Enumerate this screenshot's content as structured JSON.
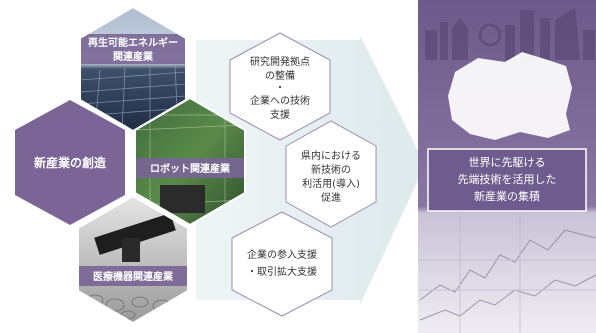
{
  "hexagons": {
    "center": {
      "label": "新産業の創造"
    },
    "renewable": {
      "label_line1": "再生可能エネルギー",
      "label_line2": "関連産業"
    },
    "robot": {
      "label": "ロボット関連産業"
    },
    "medical": {
      "label": "医療機器関連産業"
    }
  },
  "steps": [
    {
      "lines": [
        "研究開発拠点",
        "の整備",
        "・",
        "企業への技術",
        "支援"
      ]
    },
    {
      "lines": [
        "県内における",
        "新技術の",
        "利活用(導入)",
        "促進"
      ]
    },
    {
      "lines": [
        "企業の参入支援",
        "・取引拡大支援"
      ]
    }
  ],
  "result": {
    "lines": [
      "世界に先駆ける",
      "先端技術を活用した",
      "新産業の集積"
    ]
  },
  "colors": {
    "purple_dark": "#6e5b8e",
    "purple_mid": "#8a77a6",
    "purple_label": "#7a6596",
    "arrow": "#e2eeef",
    "step_border": "#9a8cb0"
  }
}
